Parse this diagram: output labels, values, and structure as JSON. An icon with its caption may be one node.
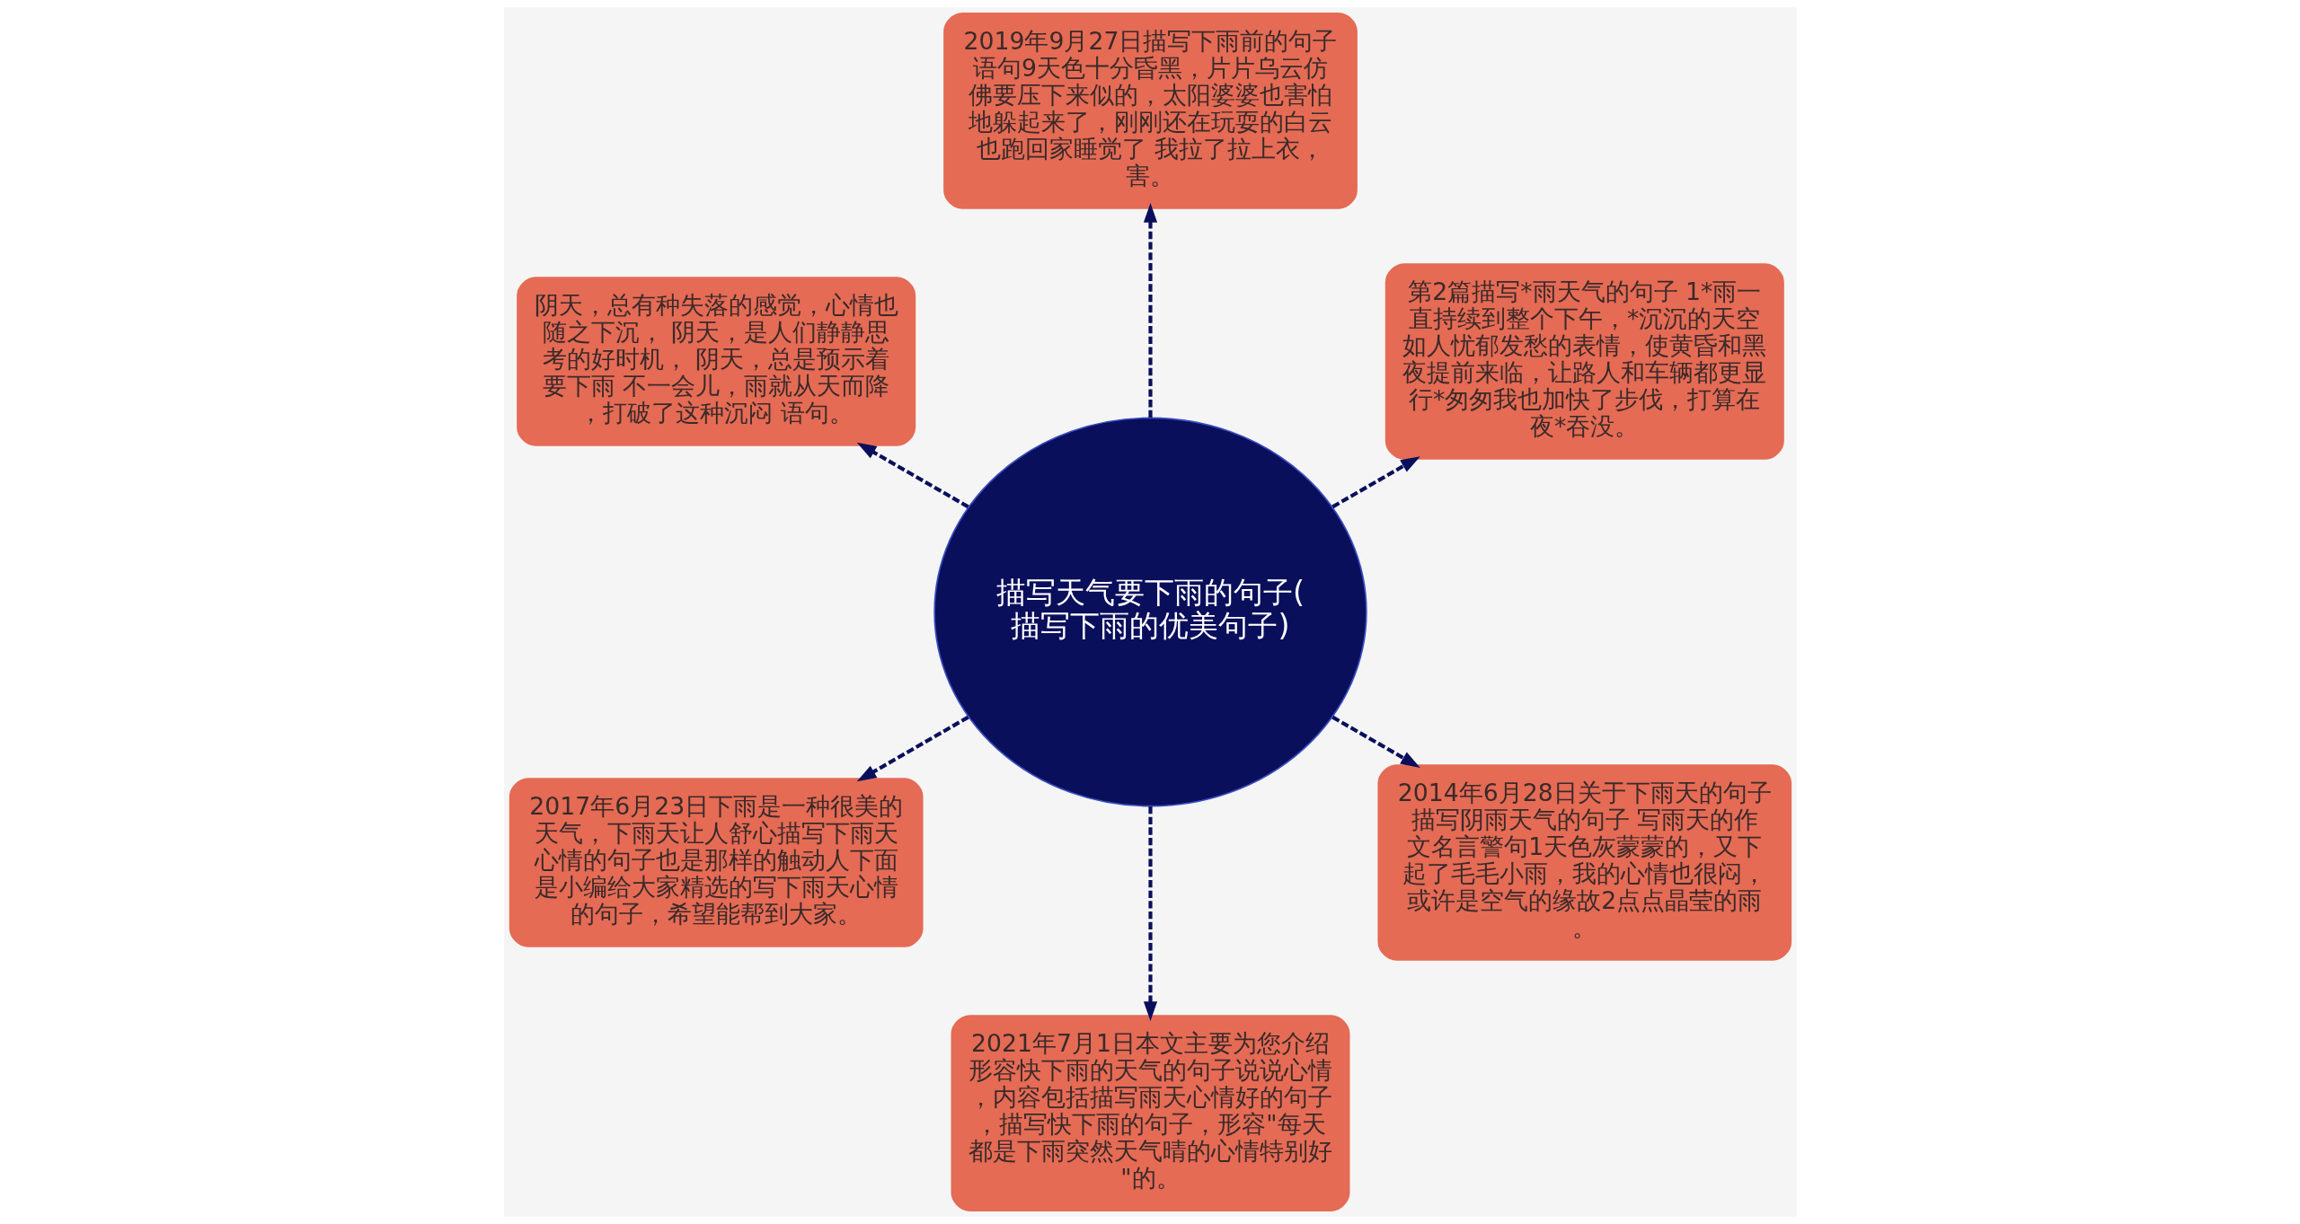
{
  "diagram": {
    "nodes": [
      {
        "text": [
          "描写天气要下雨的句子(描写下雨的优美句子)"
        ]
      },
      {
        "text": [
          "第2篇描写*雨天气的句子 1*雨一直持续到整个下午，*沉沉的天空如人忧郁发愁的表情，使黄昏和黑夜提前来临，让路人和车辆都更显行*匆匆我也加快了步伐，打算在夜*吞没。"
        ]
      },
      {
        "text": [
          "2019年9月27日描写下雨前的句子语句9天色十分昏黑，片片乌云仿佛要压下来似的，太阳婆婆也害怕地躲起来了，刚刚还在玩耍的白云也跑回家睡觉了 我拉了拉上衣，害。"
        ]
      },
      {
        "text": [
          "阴天，总有种失落的感觉，心情也随之下沉， 阴天，是人们静静思考的好时机， 阴天，总是预示着要下雨 不一会儿，雨就从天而降，打破了这种沉闷 语句。"
        ]
      },
      {
        "text": [
          "2017年6月23日下雨是一种很美的天气，下雨天让人舒心描写下雨天心情的句子也是那样的触动人下面是小编给大家精选的写下雨天心情的句子，希望能帮到大家。"
        ]
      },
      {
        "text": [
          "2021年7月1日本文主要为您介绍形容快下雨的天气的句子说说心情，内容包括描写雨天心情好的句子，描写快下雨的句子，形容\"每天都是下雨突然天气晴的心情特别好\"的。"
        ]
      },
      {
        "text": [
          "2014年6月28日关于下雨天的句子描写阴雨天气的句子 写雨天的作文名言警句1天色灰蒙蒙的，又下起了毛毛小雨，我的心情也很闷，或许是空气的缘故2点点晶莹的雨。"
        ]
      }
    ],
    "edges": [
      {
        "from": 0,
        "to": 1,
        "arrow": "to",
        "style": "dashed"
      },
      {
        "from": 0,
        "to": 2,
        "arrow": "to",
        "style": "dashed"
      },
      {
        "from": 0,
        "to": 3,
        "arrow": "to",
        "style": "dashed"
      },
      {
        "from": 0,
        "to": 4,
        "arrow": "to",
        "style": "dashed"
      },
      {
        "from": 0,
        "to": 5,
        "arrow": "to",
        "style": "dashed"
      },
      {
        "from": 0,
        "to": 6,
        "arrow": "to",
        "style": "dashed"
      }
    ]
  }
}
